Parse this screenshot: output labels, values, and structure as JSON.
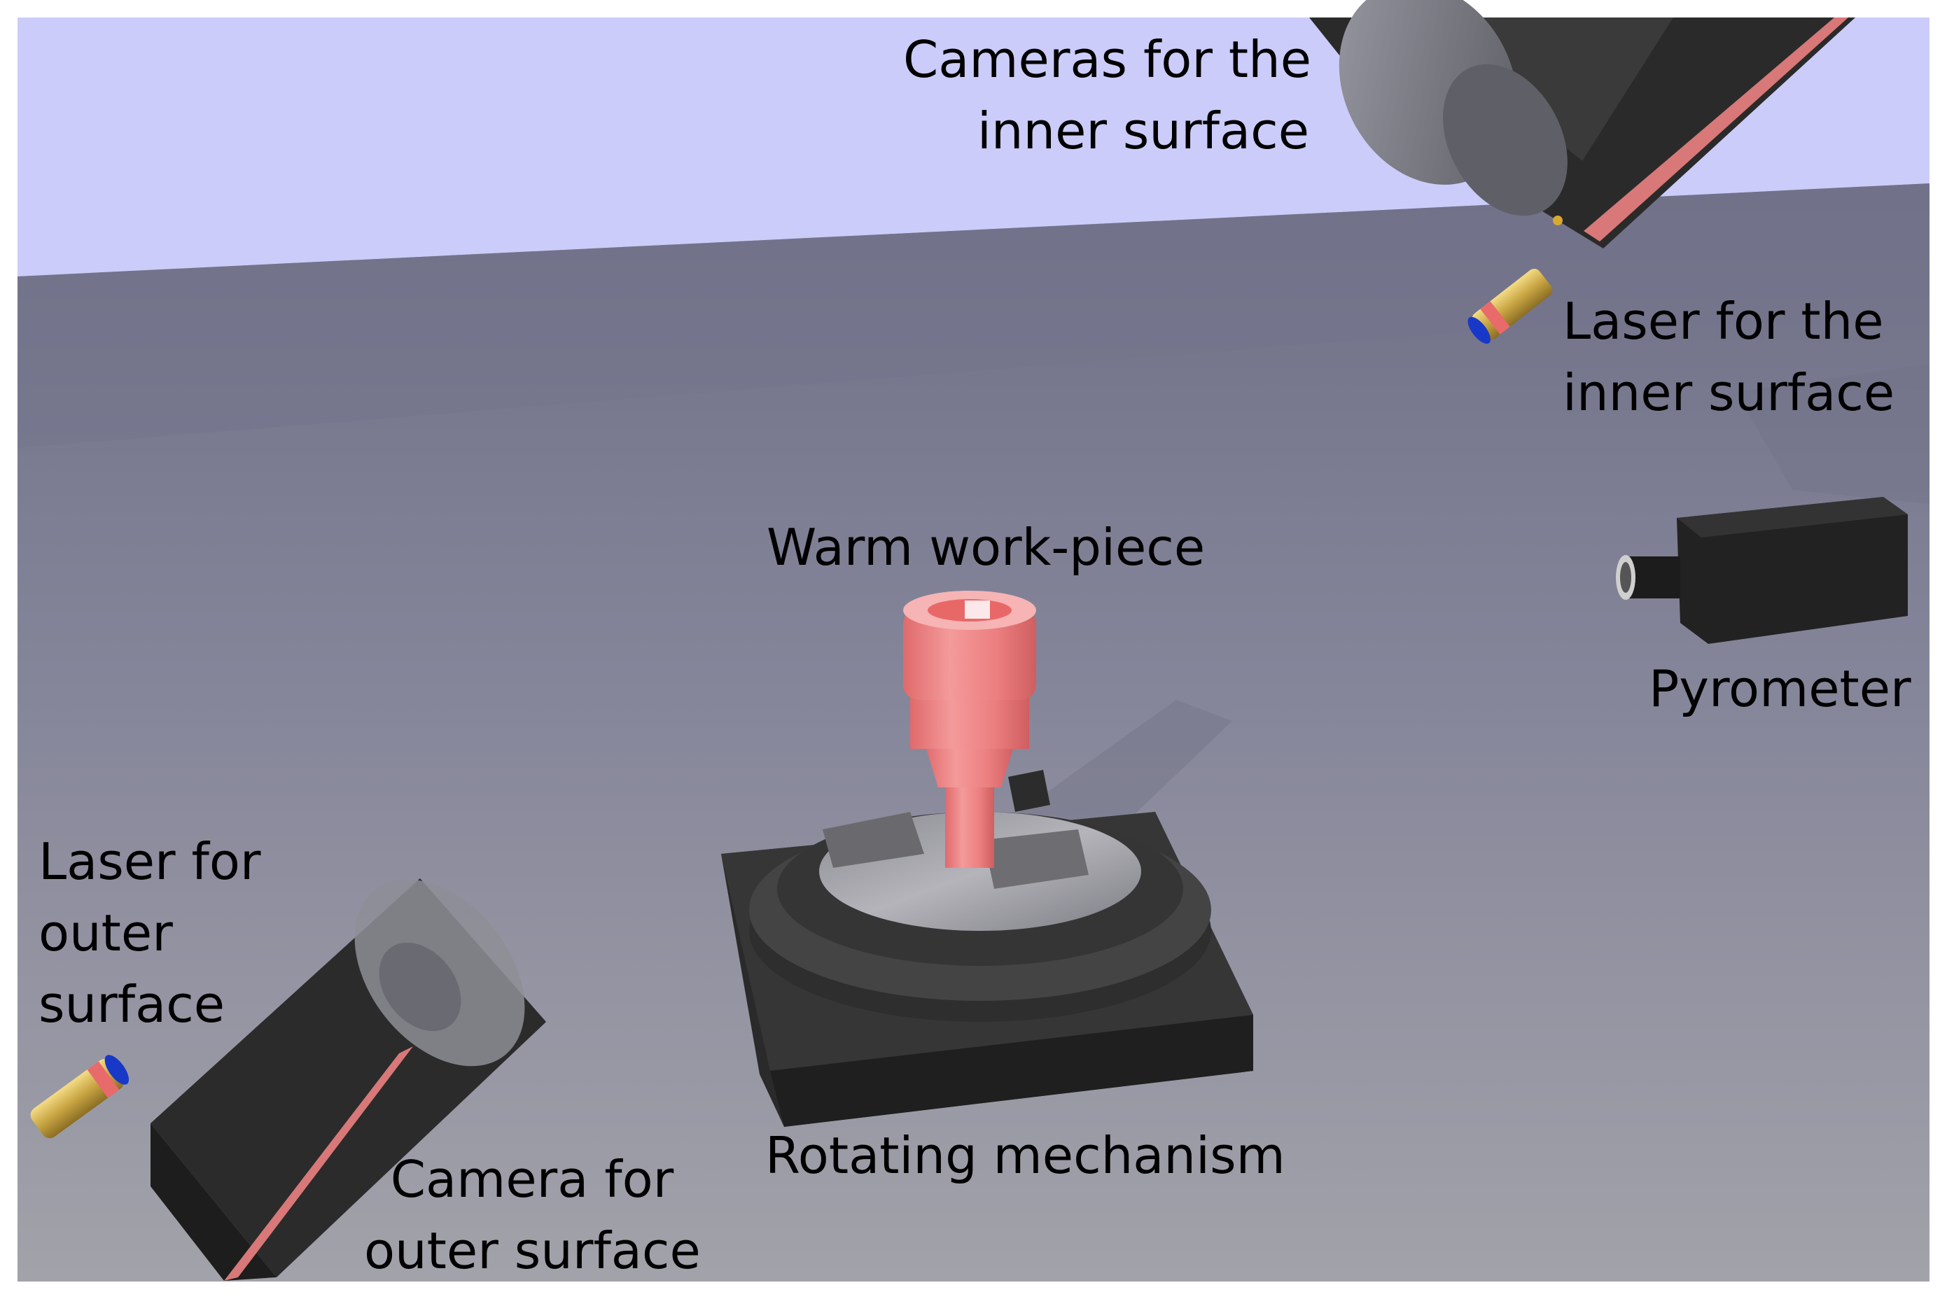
{
  "labels": {
    "cameras_inner": [
      "Cameras for the",
      "inner surface"
    ],
    "laser_inner": [
      "Laser for the",
      "inner surface"
    ],
    "warm_workpiece": [
      "Warm work-piece"
    ],
    "pyrometer": [
      "Pyrometer"
    ],
    "laser_outer": [
      "Laser for",
      "outer",
      "surface"
    ],
    "camera_outer": [
      "Camera for",
      "outer surface"
    ],
    "rotating_mechanism": [
      "Rotating mechanism"
    ]
  },
  "colors": {
    "sky": "#ccccfa",
    "floor_top": "#707088",
    "floor_bottom": "#a0a0a8",
    "device_black": "#262626",
    "workpiece_pink": "#ef7f80",
    "laser_gold": "#c9a848",
    "laser_blue": "#1838c8",
    "stripe_pink": "#d87878"
  }
}
